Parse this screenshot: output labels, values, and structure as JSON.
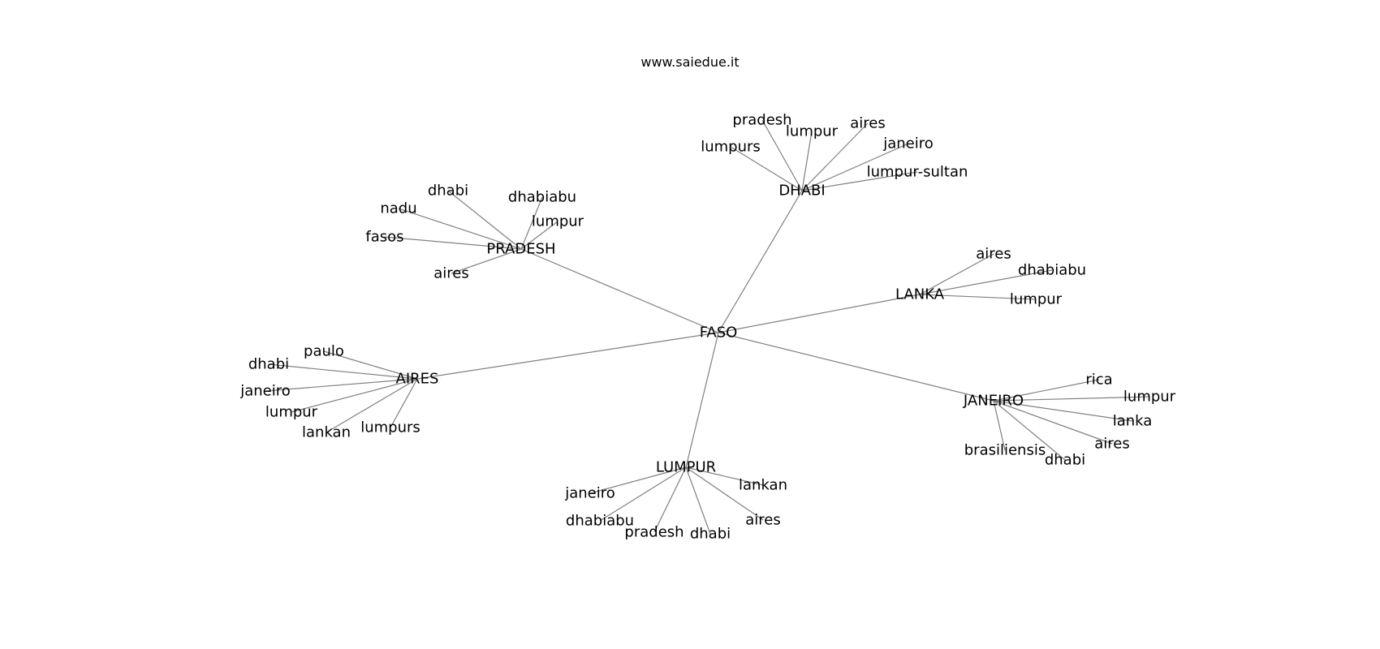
{
  "title": "www.saiedue.it",
  "colors": {
    "edge": "#808080",
    "text": "#000000",
    "background": "#ffffff"
  },
  "graph": {
    "center": "FASO",
    "hubs": [
      {
        "id": "dhabi-hub",
        "label": "DHABI",
        "leaves": [
          "pradesh",
          "lumpur",
          "aires",
          "lumpurs",
          "janeiro",
          "lumpur-sultan"
        ]
      },
      {
        "id": "pradesh-hub",
        "label": "PRADESH",
        "leaves": [
          "dhabi",
          "dhabiabu",
          "nadu",
          "lumpur",
          "fasos",
          "aires"
        ]
      },
      {
        "id": "lanka-hub",
        "label": "LANKA",
        "leaves": [
          "aires",
          "dhabiabu",
          "lumpur"
        ]
      },
      {
        "id": "aires-hub",
        "label": "AIRES",
        "leaves": [
          "paulo",
          "dhabi",
          "janeiro",
          "lumpur",
          "lankan",
          "lumpurs"
        ]
      },
      {
        "id": "janeiro-hub",
        "label": "JANEIRO",
        "leaves": [
          "rica",
          "lumpur",
          "lanka",
          "aires",
          "brasiliensis",
          "dhabi"
        ]
      },
      {
        "id": "lumpur-hub",
        "label": "LUMPUR",
        "leaves": [
          "lankan",
          "janeiro",
          "aires",
          "dhabiabu",
          "pradesh",
          "dhabi"
        ]
      }
    ]
  }
}
